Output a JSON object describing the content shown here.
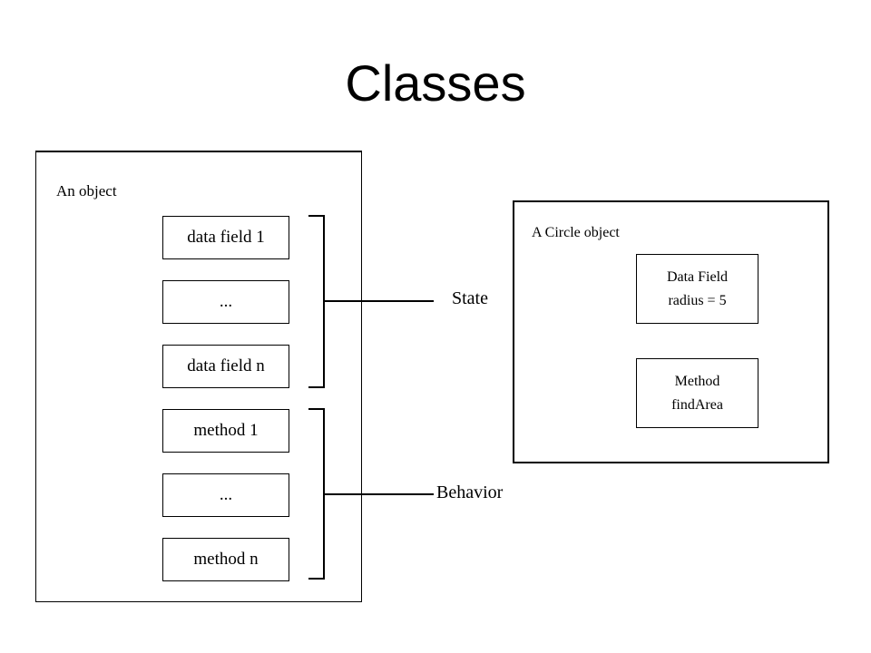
{
  "title": "Classes",
  "object_frame": {
    "label": "An object",
    "boxes": [
      "data field 1",
      "...",
      "data field n",
      "method 1",
      "...",
      "method n"
    ]
  },
  "groups": {
    "state": "State",
    "behavior": "Behavior"
  },
  "circle_frame": {
    "label": "A Circle object",
    "data_field": {
      "heading": "Data Field",
      "value": "radius = 5"
    },
    "method": {
      "heading": "Method",
      "name": "findArea"
    }
  }
}
